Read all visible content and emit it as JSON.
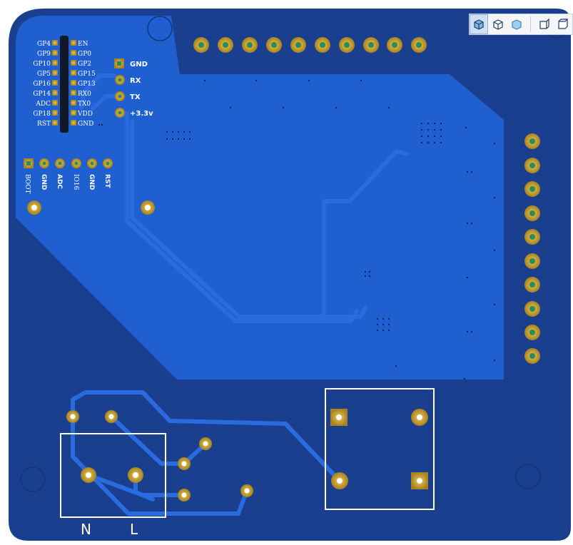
{
  "board": {
    "header_left_labels": [
      "GP4",
      "GP9",
      "GP10",
      "GP5",
      "GP16",
      "GP14",
      "ADC",
      "GP18",
      "RST"
    ],
    "header_right_labels": [
      "EN",
      "GP0",
      "GP2",
      "GP15",
      "GP13",
      "RX0",
      "TX0",
      "VDD",
      "GND"
    ],
    "uart_labels": [
      "GND",
      "RX",
      "TX",
      "+3.3v"
    ],
    "bottom_header_labels": [
      "BOOT",
      "GND",
      "ADC",
      "IO16",
      "GND",
      "RST"
    ],
    "terminal_labels": [
      "N",
      "L"
    ]
  },
  "toolbar": {
    "buttons": [
      "view-iso-icon",
      "view-front-icon",
      "view-top-icon",
      "view-left-icon",
      "view-right-icon"
    ],
    "active_index": 0
  },
  "colors": {
    "board": "#1a3f8f",
    "copper_pour": "#1f5fcf",
    "trace": "#2a6be0",
    "pad_gold": "#c8a23a",
    "pad_hole": "#2e8b57",
    "silkscreen": "#ffffff"
  }
}
